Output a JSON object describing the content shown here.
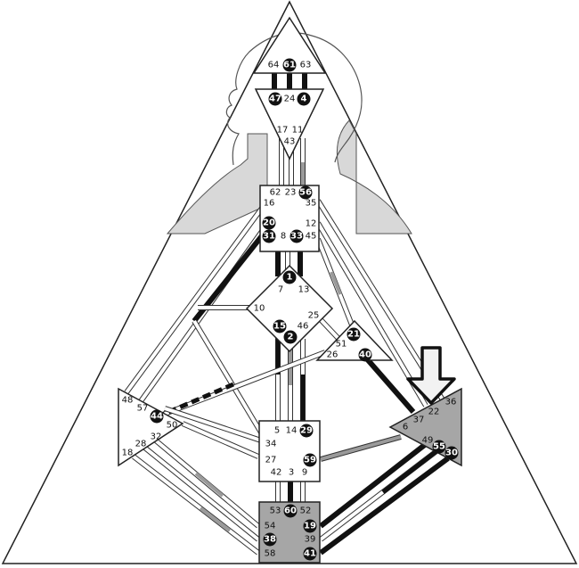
{
  "colors": {
    "outline": "#222222",
    "channel_fill": "#ffffff",
    "defined_black": "#111111",
    "defined_gray": "#9a9a9a",
    "center_defined": "#a6a6a6",
    "silhouette": "#d8d8d8",
    "arrow_fill": "#f2f2f2",
    "gate_circle": "#111111",
    "gate_text_on_circle": "#ffffff"
  },
  "icons": {
    "arrow": "down-arrow-icon",
    "silhouette": "human-head-silhouette"
  },
  "centers": {
    "head": {
      "gates": [
        {
          "id": "64",
          "label": "64",
          "active": false
        },
        {
          "id": "61",
          "label": "61",
          "active": true
        },
        {
          "id": "63",
          "label": "63",
          "active": false
        }
      ]
    },
    "ajna": {
      "gates": [
        {
          "id": "47",
          "label": "47",
          "active": true
        },
        {
          "id": "24",
          "label": "24",
          "active": false
        },
        {
          "id": "4",
          "label": "4",
          "active": true
        },
        {
          "id": "17",
          "label": "17",
          "active": false
        },
        {
          "id": "11",
          "label": "11",
          "active": false
        },
        {
          "id": "43",
          "label": "43",
          "active": false
        }
      ]
    },
    "throat": {
      "gates": [
        {
          "id": "62",
          "label": "62",
          "active": false
        },
        {
          "id": "23",
          "label": "23",
          "active": false
        },
        {
          "id": "56",
          "label": "56",
          "active": true
        },
        {
          "id": "16",
          "label": "16",
          "active": false
        },
        {
          "id": "35",
          "label": "35",
          "active": false
        },
        {
          "id": "12",
          "label": "12",
          "active": false
        },
        {
          "id": "20",
          "label": "20",
          "active": true
        },
        {
          "id": "31",
          "label": "31",
          "active": true
        },
        {
          "id": "8",
          "label": "8",
          "active": false
        },
        {
          "id": "33",
          "label": "33",
          "active": true
        },
        {
          "id": "45",
          "label": "45",
          "active": false
        }
      ]
    },
    "g": {
      "gates": [
        {
          "id": "1",
          "label": "1",
          "active": true
        },
        {
          "id": "7",
          "label": "7",
          "active": false
        },
        {
          "id": "13",
          "label": "13",
          "active": false
        },
        {
          "id": "10",
          "label": "10",
          "active": false
        },
        {
          "id": "25",
          "label": "25",
          "active": false
        },
        {
          "id": "15",
          "label": "15",
          "active": true
        },
        {
          "id": "46",
          "label": "46",
          "active": false
        },
        {
          "id": "2",
          "label": "2",
          "active": true
        }
      ]
    },
    "heart": {
      "gates": [
        {
          "id": "21",
          "label": "21",
          "active": true
        },
        {
          "id": "51",
          "label": "51",
          "active": false
        },
        {
          "id": "26",
          "label": "26",
          "active": false
        },
        {
          "id": "40",
          "label": "40",
          "active": true
        }
      ]
    },
    "spleen": {
      "gates": [
        {
          "id": "48",
          "label": "48",
          "active": false
        },
        {
          "id": "57",
          "label": "57",
          "active": false
        },
        {
          "id": "44",
          "label": "44",
          "active": true
        },
        {
          "id": "50",
          "label": "50",
          "active": false
        },
        {
          "id": "32",
          "label": "32",
          "active": false
        },
        {
          "id": "28",
          "label": "28",
          "active": false
        },
        {
          "id": "18",
          "label": "18",
          "active": false
        }
      ]
    },
    "solar_plexus": {
      "gates": [
        {
          "id": "36",
          "label": "36",
          "active": false
        },
        {
          "id": "22",
          "label": "22",
          "active": false
        },
        {
          "id": "37",
          "label": "37",
          "active": false
        },
        {
          "id": "6",
          "label": "6",
          "active": false
        },
        {
          "id": "49",
          "label": "49",
          "active": false
        },
        {
          "id": "55",
          "label": "55",
          "active": true
        },
        {
          "id": "30",
          "label": "30",
          "active": true
        }
      ]
    },
    "sacral": {
      "gates": [
        {
          "id": "5",
          "label": "5",
          "active": false
        },
        {
          "id": "14",
          "label": "14",
          "active": false
        },
        {
          "id": "29",
          "label": "29",
          "active": true
        },
        {
          "id": "34",
          "label": "34",
          "active": false
        },
        {
          "id": "27",
          "label": "27",
          "active": false
        },
        {
          "id": "59",
          "label": "59",
          "active": true
        },
        {
          "id": "42",
          "label": "42",
          "active": false
        },
        {
          "id": "3",
          "label": "3",
          "active": false
        },
        {
          "id": "9",
          "label": "9",
          "active": false
        }
      ]
    },
    "root": {
      "gates": [
        {
          "id": "53",
          "label": "53",
          "active": false
        },
        {
          "id": "60",
          "label": "60",
          "active": true
        },
        {
          "id": "52",
          "label": "52",
          "active": false
        },
        {
          "id": "54",
          "label": "54",
          "active": false
        },
        {
          "id": "19",
          "label": "19",
          "active": true
        },
        {
          "id": "38",
          "label": "38",
          "active": true
        },
        {
          "id": "39",
          "label": "39",
          "active": false
        },
        {
          "id": "58",
          "label": "58",
          "active": false
        },
        {
          "id": "41",
          "label": "41",
          "active": true
        }
      ]
    }
  }
}
